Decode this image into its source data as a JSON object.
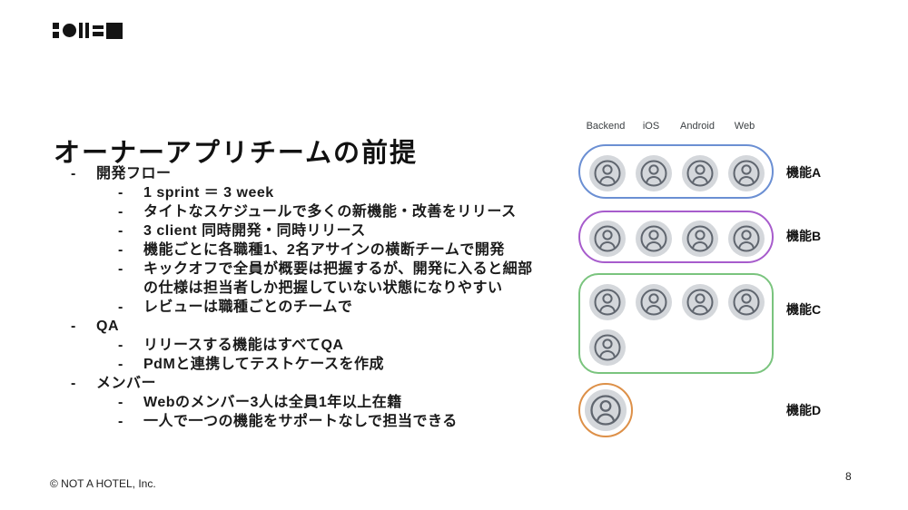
{
  "slide": {
    "title": "オーナーアプリチームの前提",
    "footer": "© NOT A HOTEL, Inc.",
    "page_number": "8",
    "logo": "not-a-hotel-logo"
  },
  "bullets": [
    {
      "level": 1,
      "dash": "-",
      "text": "開発フロー"
    },
    {
      "level": 2,
      "dash": "-",
      "text": "1 sprint ＝ 3 week"
    },
    {
      "level": 2,
      "dash": "-",
      "text": "タイトなスケジュールで多くの新機能・改善をリリース"
    },
    {
      "level": 2,
      "dash": "-",
      "text": "3 client 同時開発・同時リリース"
    },
    {
      "level": 2,
      "dash": "-",
      "text": "機能ごとに各職種1、2名アサインの横断チームで開発"
    },
    {
      "level": 2,
      "dash": "-",
      "text": "キックオフで全員が概要は把握するが、開発に入ると細部の仕様は担当者しか把握していない状態になりやすい"
    },
    {
      "level": 2,
      "dash": "-",
      "text": "レビューは職種ごとのチームで"
    },
    {
      "level": 1,
      "dash": "-",
      "text": "QA"
    },
    {
      "level": 2,
      "dash": "-",
      "text": "リリースする機能はすべてQA"
    },
    {
      "level": 2,
      "dash": "-",
      "text": "PdMと連携してテストケースを作成"
    },
    {
      "level": 1,
      "dash": "-",
      "text": "メンバー"
    },
    {
      "level": 2,
      "dash": "-",
      "text": "Webのメンバー3人は全員1年以上在籍"
    },
    {
      "level": 2,
      "dash": "-",
      "text": "一人で一つの機能をサポートなしで担当できる"
    }
  ],
  "diagram": {
    "columns": [
      "Backend",
      "iOS",
      "Android",
      "Web"
    ],
    "groups": [
      {
        "label": "機能A",
        "border_color": "#6b8fd3",
        "shape": "pill",
        "member_count": 4
      },
      {
        "label": "機能B",
        "border_color": "#a75ccc",
        "shape": "pill",
        "member_count": 4
      },
      {
        "label": "機能C",
        "border_color": "#7ac47e",
        "shape": "rounded-rect",
        "member_count": 5
      },
      {
        "label": "機能D",
        "border_color": "#dd9048",
        "shape": "circle",
        "member_count": 1
      }
    ],
    "avatar": {
      "icon": "person-icon",
      "fill": "#d4d7db",
      "icon_color": "#60666f"
    }
  }
}
